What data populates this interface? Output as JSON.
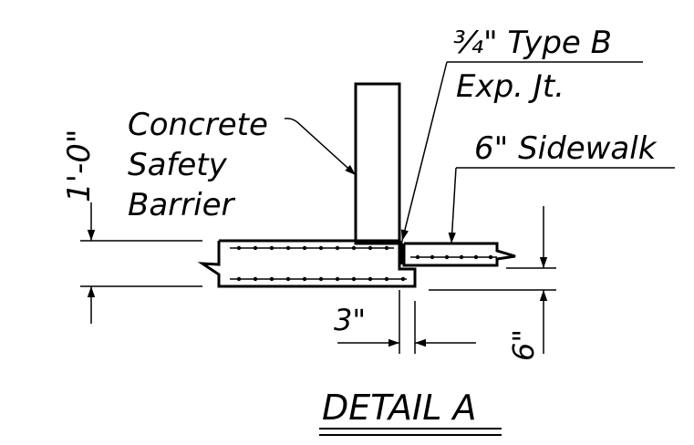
{
  "labels": {
    "jt_type": "¾\" Type B",
    "jt_desc": "Exp. Jt.",
    "barrier_l1": "Concrete",
    "barrier_l2": "Safety",
    "barrier_l3": "Barrier",
    "sidewalk": "6\" Sidewalk",
    "dim_height": "1'-0\"",
    "dim_gap": "3\"",
    "dim_sidewalk": "6\"",
    "title": "DETAIL A"
  },
  "colors": {
    "line": "#000000",
    "background": "#ffffff"
  }
}
